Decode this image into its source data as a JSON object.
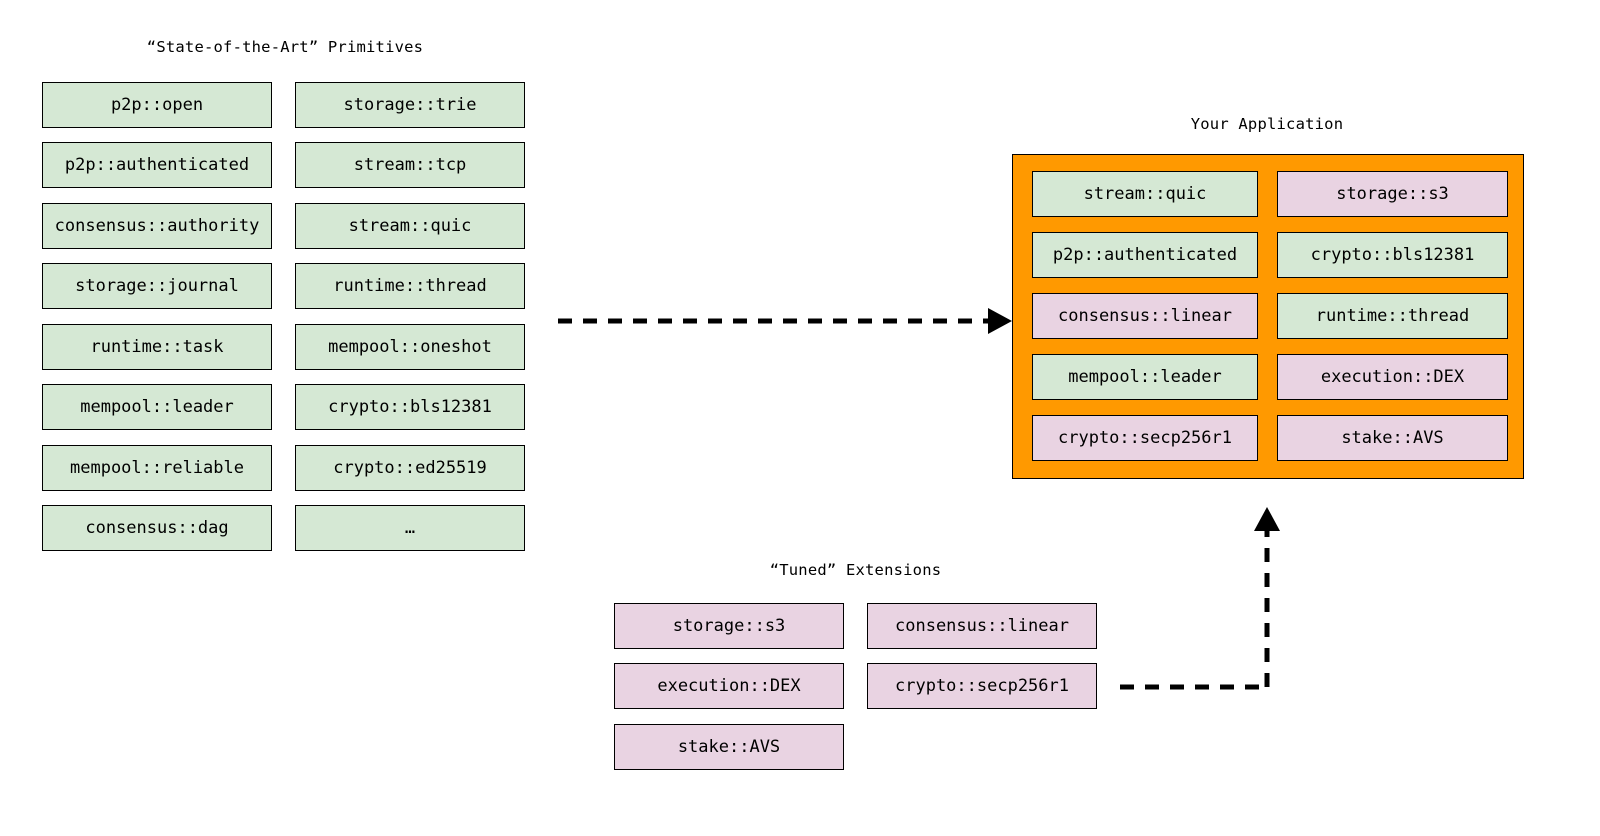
{
  "diagram": {
    "type": "architecture-block-diagram",
    "background_color": "#ffffff",
    "palette": {
      "primitive_fill": "#d5e8d4",
      "extension_fill": "#e9d3e2",
      "application_fill": "#ff9900",
      "border": "#000000",
      "arrow": "#000000"
    }
  },
  "sections": {
    "primitives": {
      "title": "“State-of-the-Art” Primitives",
      "column_left": [
        {
          "label": "p2p::open",
          "kind": "primitive"
        },
        {
          "label": "p2p::authenticated",
          "kind": "primitive"
        },
        {
          "label": "consensus::authority",
          "kind": "primitive"
        },
        {
          "label": "storage::journal",
          "kind": "primitive"
        },
        {
          "label": "runtime::task",
          "kind": "primitive"
        },
        {
          "label": "mempool::leader",
          "kind": "primitive"
        },
        {
          "label": "mempool::reliable",
          "kind": "primitive"
        },
        {
          "label": "consensus::dag",
          "kind": "primitive"
        }
      ],
      "column_right": [
        {
          "label": "storage::trie",
          "kind": "primitive"
        },
        {
          "label": "stream::tcp",
          "kind": "primitive"
        },
        {
          "label": "stream::quic",
          "kind": "primitive"
        },
        {
          "label": "runtime::thread",
          "kind": "primitive"
        },
        {
          "label": "mempool::oneshot",
          "kind": "primitive"
        },
        {
          "label": "crypto::bls12381",
          "kind": "primitive"
        },
        {
          "label": "crypto::ed25519",
          "kind": "primitive"
        },
        {
          "label": "…",
          "kind": "primitive"
        }
      ]
    },
    "application": {
      "title": "Your Application",
      "column_left": [
        {
          "label": "stream::quic",
          "kind": "primitive"
        },
        {
          "label": "p2p::authenticated",
          "kind": "primitive"
        },
        {
          "label": "consensus::linear",
          "kind": "extension"
        },
        {
          "label": "mempool::leader",
          "kind": "primitive"
        },
        {
          "label": "crypto::secp256r1",
          "kind": "extension"
        }
      ],
      "column_right": [
        {
          "label": "storage::s3",
          "kind": "extension"
        },
        {
          "label": "crypto::bls12381",
          "kind": "primitive"
        },
        {
          "label": "runtime::thread",
          "kind": "primitive"
        },
        {
          "label": "execution::DEX",
          "kind": "extension"
        },
        {
          "label": "stake::AVS",
          "kind": "extension"
        }
      ]
    },
    "extensions": {
      "title": "“Tuned” Extensions",
      "column_left": [
        {
          "label": "storage::s3",
          "kind": "extension"
        },
        {
          "label": "execution::DEX",
          "kind": "extension"
        },
        {
          "label": "stake::AVS",
          "kind": "extension"
        }
      ],
      "column_right": [
        {
          "label": "consensus::linear",
          "kind": "extension"
        },
        {
          "label": "crypto::secp256r1",
          "kind": "extension"
        }
      ]
    }
  },
  "arrows": [
    {
      "name": "primitives-to-application",
      "style": "dashed",
      "direction": "right"
    },
    {
      "name": "extensions-to-application",
      "style": "dashed",
      "direction": "up"
    }
  ]
}
